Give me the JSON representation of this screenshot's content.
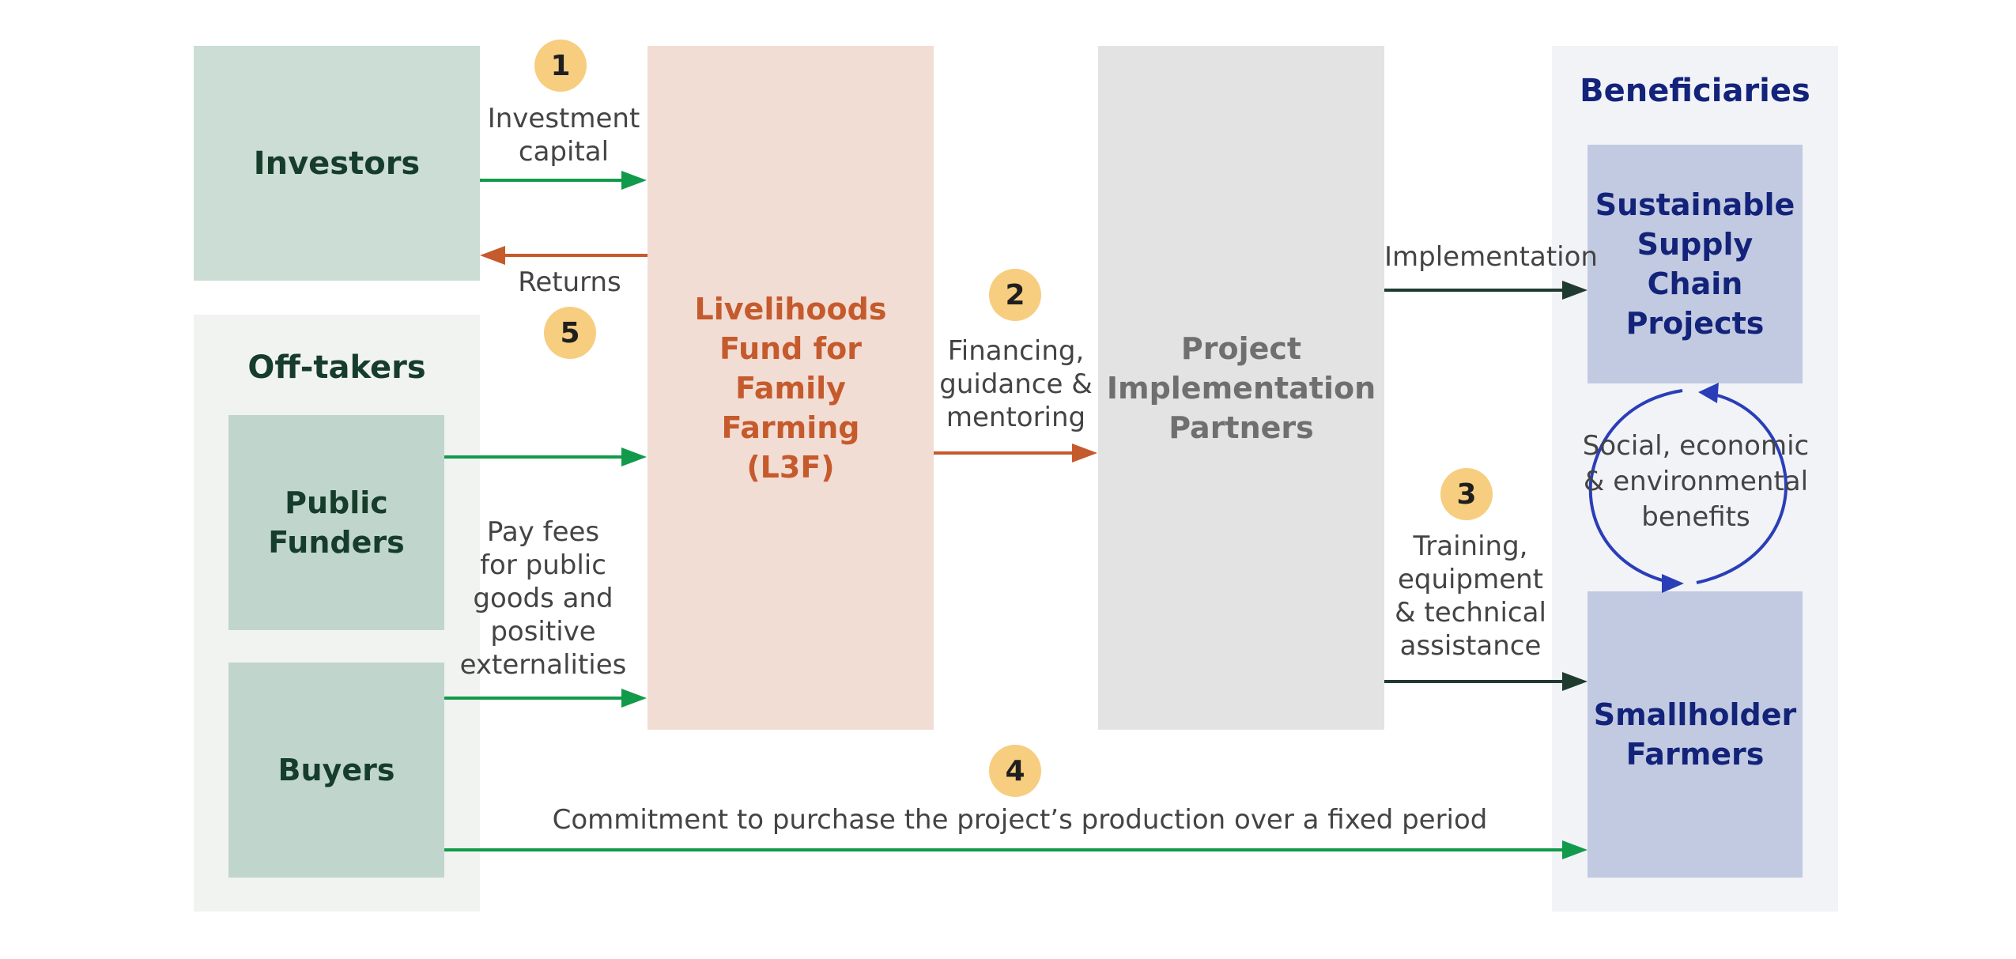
{
  "nodes": {
    "investors": "Investors",
    "offtakers_title": "Off-takers",
    "public_funders": "Public\nFunders",
    "buyers": "Buyers",
    "l3f": "Livelihoods\nFund for\nFamily\nFarming\n(L3F)",
    "partners": "Project\nImplementation\nPartners",
    "beneficiaries_title": "Beneficiaries",
    "supply_chain": "Sustainable\nSupply\nChain\nProjects",
    "smallholders": "Smallholder\nFarmers"
  },
  "flows": {
    "investment": "Investment\ncapital",
    "returns": "Returns",
    "financing": "Financing,\nguidance &\nmentoring",
    "pay_fees": "Pay fees\nfor public\ngoods and\npositive\nexternalities",
    "implementation": "Implementation",
    "training": "Training,\nequipment\n& technical\nassistance",
    "commitment": "Commitment to purchase the project’s production over a fixed period",
    "benefits": "Social, economic\n& environmental\nbenefits"
  },
  "steps": [
    "1",
    "2",
    "3",
    "4",
    "5"
  ],
  "colors": {
    "green_arrow": "#129a4b",
    "orange": "#c55a2c",
    "dark_arrow": "#1f3b2f",
    "navy": "#13237a",
    "cycle_blue": "#2a3eb8"
  }
}
